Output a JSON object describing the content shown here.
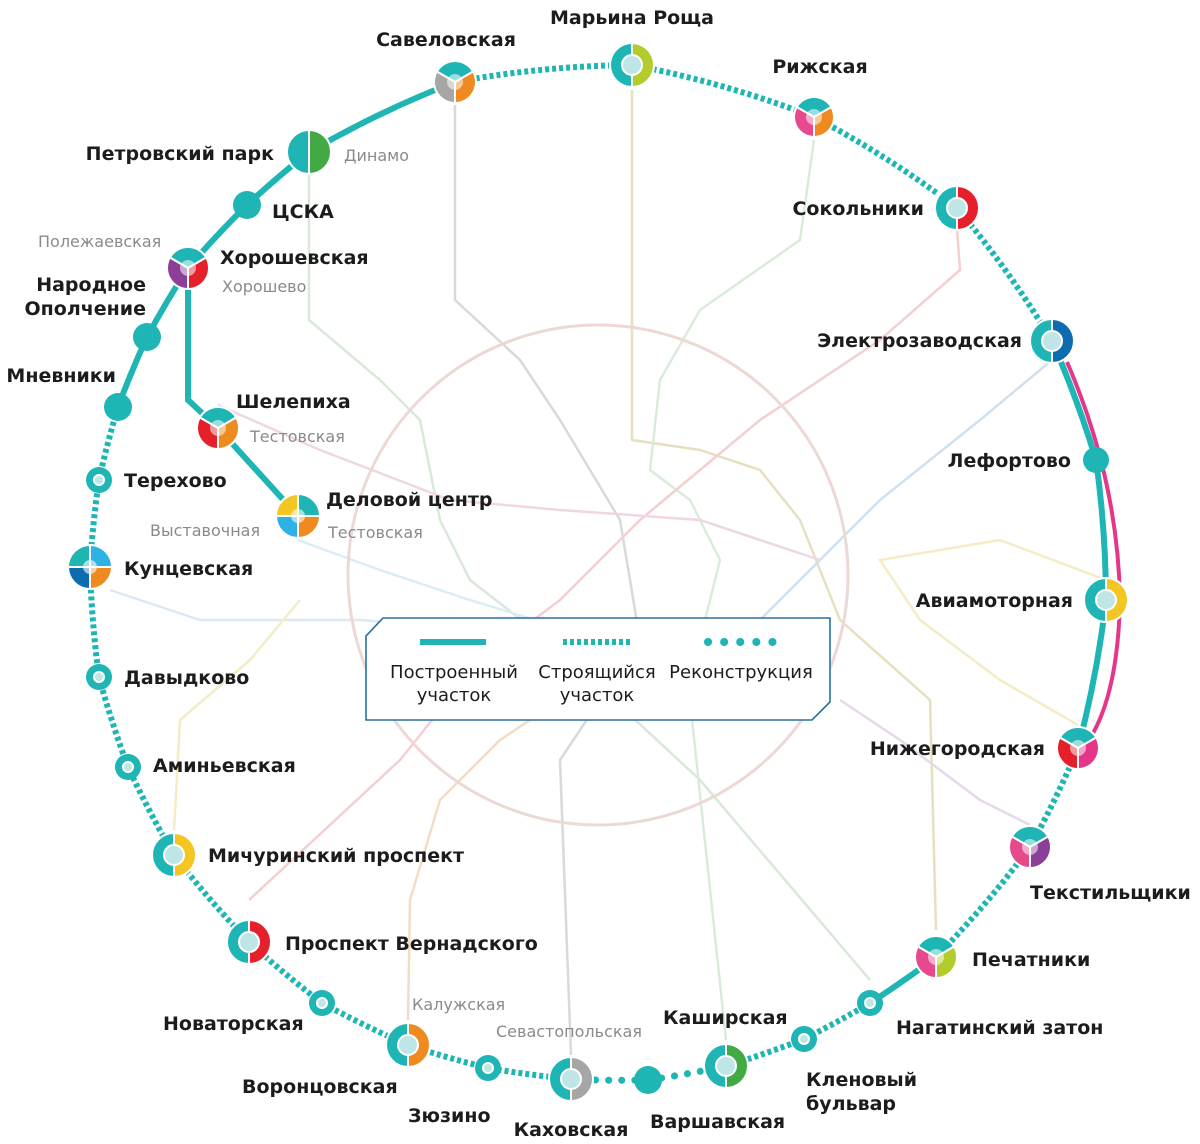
{
  "colors": {
    "bcl": "#1fb5b5",
    "bcl_light": "#bfe6e6",
    "l1_red": "#e5202a",
    "l2_green": "#42a945",
    "l3_blue": "#0d6cb0",
    "l4_light_blue": "#2eb2e6",
    "l5_brown": "#8a5a2e",
    "l6_orange": "#ee8a1f",
    "l7_purple": "#8b3f98",
    "l8_yellow": "#f3c623",
    "l9_grey": "#a6a6a6",
    "l10_lime": "#b3cc2c",
    "l11_teal": "#5ec7c0",
    "l14_pink": "#e4378a",
    "mcd_pink": "#e64a8c",
    "faded_lines": "#d7d7d7"
  },
  "stations": [
    {
      "id": "marina-roshcha",
      "name": "Марьина Роща"
    },
    {
      "id": "rizhskaya",
      "name": "Рижская"
    },
    {
      "id": "sokolniki",
      "name": "Сокольники"
    },
    {
      "id": "elektrozavodskaya",
      "name": "Электрозаводская"
    },
    {
      "id": "lefortovo",
      "name": "Лефортово"
    },
    {
      "id": "aviamotornaya",
      "name": "Авиамоторная"
    },
    {
      "id": "nizhegorodskaya",
      "name": "Нижегородская"
    },
    {
      "id": "tekstilshchiki",
      "name": "Текстильщики"
    },
    {
      "id": "pechatniki",
      "name": "Печатники"
    },
    {
      "id": "nagatinsky-zaton",
      "name": "Нагатинский затон"
    },
    {
      "id": "klenovy-bulvar",
      "name": "Кленовый\nбульвар"
    },
    {
      "id": "kashirskaya",
      "name": "Каширская"
    },
    {
      "id": "varshavskaya",
      "name": "Варшавская"
    },
    {
      "id": "kakhovskaya",
      "name": "Каховская"
    },
    {
      "id": "zyuzino",
      "name": "Зюзино"
    },
    {
      "id": "vorontsovskaya",
      "name": "Воронцовская"
    },
    {
      "id": "novatorskaya",
      "name": "Новаторская"
    },
    {
      "id": "prospekt-vernadskogo",
      "name": "Проспект Вернадского"
    },
    {
      "id": "michurinsky-prospekt",
      "name": "Мичуринский проспект"
    },
    {
      "id": "aminyevskaya",
      "name": "Аминьевская"
    },
    {
      "id": "davydkovo",
      "name": "Давыдково"
    },
    {
      "id": "kuntsevskaya",
      "name": "Кунцевская"
    },
    {
      "id": "terekhovo",
      "name": "Терехово"
    },
    {
      "id": "mnevniki",
      "name": "Мневники"
    },
    {
      "id": "narodnoe-opolchenie",
      "name": "Народное\nОполчение"
    },
    {
      "id": "khoroshevskaya",
      "name": "Хорошевская"
    },
    {
      "id": "cska",
      "name": "ЦСКА"
    },
    {
      "id": "petrovsky-park",
      "name": "Петровский парк"
    },
    {
      "id": "savelovskaya",
      "name": "Савеловская"
    },
    {
      "id": "shelepikha",
      "name": "Шелепиха"
    },
    {
      "id": "delovoy-tsentr",
      "name": "Деловой центр"
    }
  ],
  "transfers": [
    {
      "id": "dinamo",
      "name": "Динамо"
    },
    {
      "id": "polezhaevskaya",
      "name": "Полежаевская"
    },
    {
      "id": "khoroshevo",
      "name": "Хорошево"
    },
    {
      "id": "testovskaya-1",
      "name": "Тестовская"
    },
    {
      "id": "vystavochnaya",
      "name": "Выставочная"
    },
    {
      "id": "testovskaya-2",
      "name": "Тестовская"
    },
    {
      "id": "kaluzhskaya",
      "name": "Калужская"
    },
    {
      "id": "sevastopolskaya",
      "name": "Севастопольская"
    }
  ],
  "legend": {
    "built": "Построенный\nучасток",
    "under_construction": "Строящийся\nучасток",
    "reconstruction": "Реконструкция"
  }
}
